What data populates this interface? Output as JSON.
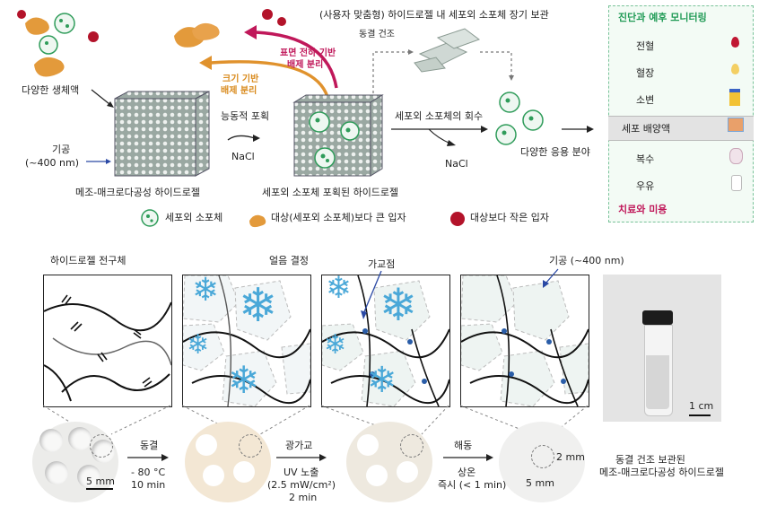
{
  "top": {
    "storage_caption": "(사용자 맞춤형) 하이드로젤 내 세포외 소포체 장기 보관",
    "freeze_dry": "동결 건조",
    "biofluids": "다양한 생체액",
    "pore_label": "기공",
    "pore_size": "(~400 nm)",
    "hydrogel_label": "메조-매크로다공성 하이드로젤",
    "active_capture": "능동적 포획",
    "nacl_1": "NaCl",
    "charge_separation_1": "표면 전하 기반",
    "charge_separation_2": "배제 분리",
    "size_separation_1": "크기 기반",
    "size_separation_2": "배제 분리",
    "captured_label": "세포외 소포체 포획된 하이드로젤",
    "recovery": "세포외 소포체의 회수",
    "nacl_2": "NaCl",
    "applications": "다양한 응용 분야"
  },
  "legend": {
    "ev": "세포외 소포체",
    "large": "대상(세포외 소포체)보다 큰 입자",
    "small": "대상보다 작은 입자"
  },
  "monitoring": {
    "title": "진단과 예후 모니터링",
    "items": [
      "전혈",
      "혈장",
      "소변",
      "세포 배양액",
      "복수",
      "우유"
    ],
    "treatment": "치료와 미용"
  },
  "bottom": {
    "precursor": "하이드로젤 전구체",
    "ice": "얼음 결정",
    "crosslink": "가교점",
    "pore": "기공 (~400 nm)",
    "freeze": "동결",
    "freeze_temp": "- 80 °C",
    "freeze_time": "10 min",
    "photo": "광가교",
    "uv": "UV 노출",
    "uv_power": "(2.5 mW/cm²)",
    "uv_time": "2 min",
    "thaw": "해동",
    "thaw_cond": "상온",
    "thaw_time": "즉시 (< 1 min)",
    "scale_5mm_a": "5 mm",
    "scale_2mm": "2 mm",
    "scale_5mm_b": "5 mm",
    "scale_1cm": "1 cm",
    "photo_caption_1": "동결 건조 보관된",
    "photo_caption_2": "메조-매크로다공성 하이드로젤"
  },
  "colors": {
    "ev_green": "#2f9c5a",
    "red_particle": "#b3132a",
    "orange_particle": "#e39a3b",
    "snow_blue": "#4aa8d8",
    "crimson_arrow": "#c0185a",
    "orange_arrow": "#e0922d"
  }
}
